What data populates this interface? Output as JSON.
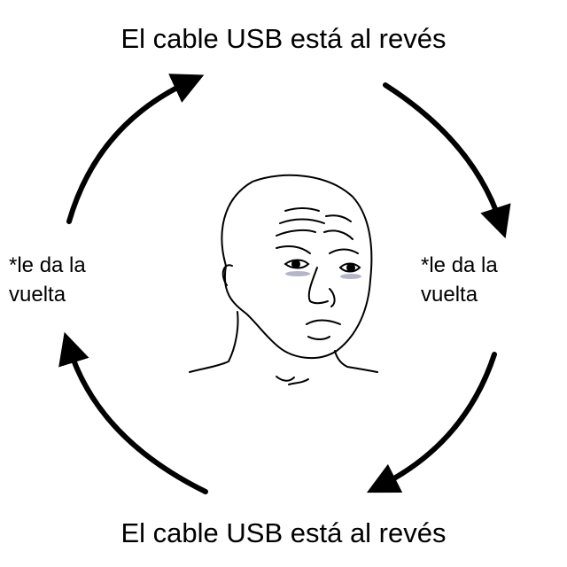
{
  "captions": {
    "top": "El cable USB está al revés",
    "bottom": "El cable USB está al revés"
  },
  "sides": {
    "left": "*le da la\nvuelta",
    "right": "*le da la\nvuelta"
  },
  "figure": {
    "icon": "sad-wojak-face-icon",
    "eye_shadow_color": "#5b5b8a"
  },
  "arrows": {
    "color": "#000000",
    "direction": "clockwise"
  }
}
